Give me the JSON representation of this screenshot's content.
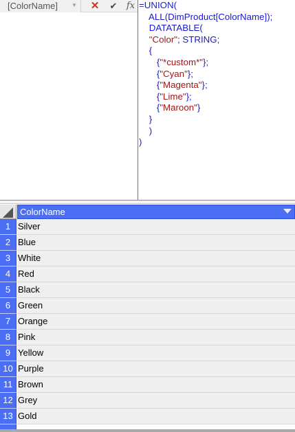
{
  "formula_bar": {
    "name_box": "[ColorName]",
    "fx_label": "fx",
    "formula_lines": [
      [
        {
          "t": "=UNION(",
          "c": "kw"
        }
      ],
      [
        {
          "t": "    ALL(DimProduct[ColorName]);",
          "c": "kw"
        }
      ],
      [
        {
          "t": "    DATATABLE(",
          "c": "kw"
        }
      ],
      [
        {
          "t": "    ",
          "c": "kw"
        },
        {
          "t": "\"Color\"",
          "c": "str"
        },
        {
          "t": "; STRING;",
          "c": "kw"
        }
      ],
      [
        {
          "t": "    {",
          "c": "kw"
        }
      ],
      [
        {
          "t": "       {",
          "c": "kw"
        },
        {
          "t": "\"*custom*\"",
          "c": "str"
        },
        {
          "t": "};",
          "c": "kw"
        }
      ],
      [
        {
          "t": "       {",
          "c": "kw"
        },
        {
          "t": "\"Cyan\"",
          "c": "str"
        },
        {
          "t": "};",
          "c": "kw"
        }
      ],
      [
        {
          "t": "       {",
          "c": "kw"
        },
        {
          "t": "\"Magenta\"",
          "c": "str"
        },
        {
          "t": "};",
          "c": "kw"
        }
      ],
      [
        {
          "t": "       {",
          "c": "kw"
        },
        {
          "t": "\"Lime\"",
          "c": "str"
        },
        {
          "t": "};",
          "c": "kw"
        }
      ],
      [
        {
          "t": "       {",
          "c": "kw"
        },
        {
          "t": "\"Maroon\"",
          "c": "str"
        },
        {
          "t": "}",
          "c": "kw"
        }
      ],
      [
        {
          "t": "    }",
          "c": "kw"
        }
      ],
      [
        {
          "t": "    )",
          "c": "kw"
        }
      ],
      [
        {
          "t": ")",
          "c": "kw"
        }
      ]
    ]
  },
  "grid": {
    "column_header": "ColorName",
    "rows": [
      {
        "num": "1",
        "value": "Silver"
      },
      {
        "num": "2",
        "value": "Blue"
      },
      {
        "num": "3",
        "value": "White"
      },
      {
        "num": "4",
        "value": "Red"
      },
      {
        "num": "5",
        "value": "Black"
      },
      {
        "num": "6",
        "value": "Green"
      },
      {
        "num": "7",
        "value": "Orange"
      },
      {
        "num": "8",
        "value": "Pink"
      },
      {
        "num": "9",
        "value": "Yellow"
      },
      {
        "num": "10",
        "value": "Purple"
      },
      {
        "num": "11",
        "value": "Brown"
      },
      {
        "num": "12",
        "value": "Grey"
      },
      {
        "num": "13",
        "value": "Gold"
      }
    ]
  },
  "colors": {
    "header_blue": "#4b6ef5",
    "keyword": "#1a1acc",
    "string": "#a31515",
    "cancel_red": "#c0392b"
  }
}
